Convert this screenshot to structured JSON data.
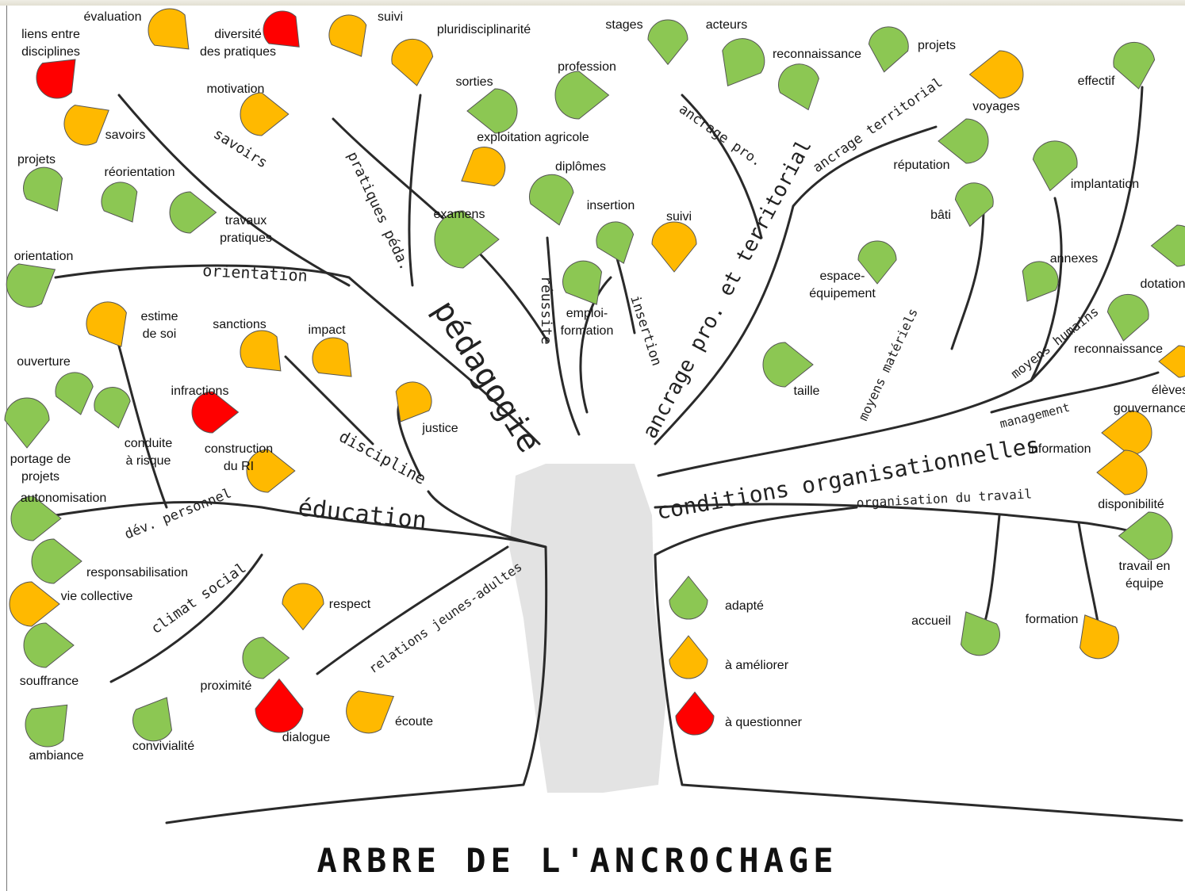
{
  "title": "ARBRE DE L'ANCROCHAGE",
  "colors": {
    "adapte": "#8cc753",
    "ameliorer": "#ffb900",
    "questionner": "#ff0000"
  },
  "legend": [
    {
      "key": "adapte",
      "label": "adapté"
    },
    {
      "key": "ameliorer",
      "label": "à améliorer"
    },
    {
      "key": "questionner",
      "label": "à questionner"
    }
  ],
  "branches": {
    "pedagogie": "pédagogie",
    "education": "éducation",
    "ancrage": "ancrage pro. et territorial",
    "conditions": "conditions organisationnelles",
    "savoirs": "savoirs",
    "pratiques": "pratiques péda.",
    "orientation": "orientation",
    "reussite": "réussite",
    "insertion": "insertion",
    "ancrage_pro": "ancrage pro.",
    "ancrage_territorial": "ancrage territorial",
    "moyens_materiels": "moyens matériels",
    "moyens_humains": "moyens humains",
    "management": "management",
    "organisation": "organisation du travail",
    "discipline": "discipline",
    "dev_personnel": "dév. personnel",
    "climat_social": "climat social",
    "relations": "relations jeunes-adultes"
  },
  "leaves": [
    {
      "label": "liens entre disciplines",
      "status": "questionner"
    },
    {
      "label": "évaluation",
      "status": "ameliorer"
    },
    {
      "label": "diversité des pratiques",
      "status": "questionner"
    },
    {
      "label": "suivi",
      "status": "ameliorer"
    },
    {
      "label": "pluridisciplinarité",
      "status": "ameliorer"
    },
    {
      "label": "savoirs",
      "status": "ameliorer"
    },
    {
      "label": "motivation",
      "status": "ameliorer"
    },
    {
      "label": "sorties",
      "status": "adapte"
    },
    {
      "label": "exploitation agricole",
      "status": "ameliorer"
    },
    {
      "label": "projets",
      "status": "adapte"
    },
    {
      "label": "réorientation",
      "status": "adapte"
    },
    {
      "label": "travaux pratiques",
      "status": "adapte"
    },
    {
      "label": "orientation",
      "status": "adapte"
    },
    {
      "label": "examens",
      "status": "adapte"
    },
    {
      "label": "diplômes",
      "status": "adapte"
    },
    {
      "label": "insertion",
      "status": "adapte"
    },
    {
      "label": "suivi",
      "status": "ameliorer"
    },
    {
      "label": "emploi-formation",
      "status": "adapte"
    },
    {
      "label": "profession",
      "status": "adapte"
    },
    {
      "label": "stages",
      "status": "adapte"
    },
    {
      "label": "acteurs",
      "status": "adapte"
    },
    {
      "label": "reconnaissance",
      "status": "adapte"
    },
    {
      "label": "projets",
      "status": "adapte"
    },
    {
      "label": "voyages",
      "status": "ameliorer"
    },
    {
      "label": "réputation",
      "status": "adapte"
    },
    {
      "label": "effectif",
      "status": "adapte"
    },
    {
      "label": "implantation",
      "status": "adapte"
    },
    {
      "label": "bâti",
      "status": "adapte"
    },
    {
      "label": "annexes",
      "status": "adapte"
    },
    {
      "label": "dotation",
      "status": "adapte"
    },
    {
      "label": "espace-équipement",
      "status": "adapte"
    },
    {
      "label": "taille",
      "status": "adapte"
    },
    {
      "label": "reconnaissance",
      "status": "adapte"
    },
    {
      "label": "élèves",
      "status": "ameliorer"
    },
    {
      "label": "gouvernance",
      "status": "ameliorer"
    },
    {
      "label": "information",
      "status": "ameliorer"
    },
    {
      "label": "disponibilité",
      "status": "adapte"
    },
    {
      "label": "travail en équipe",
      "status": "adapte"
    },
    {
      "label": "accueil",
      "status": "adapte"
    },
    {
      "label": "formation",
      "status": "ameliorer"
    },
    {
      "label": "estime de soi",
      "status": "ameliorer"
    },
    {
      "label": "sanctions",
      "status": "ameliorer"
    },
    {
      "label": "impact",
      "status": "ameliorer"
    },
    {
      "label": "ouverture",
      "status": "adapte"
    },
    {
      "label": "conduite à risque",
      "status": "adapte"
    },
    {
      "label": "infractions",
      "status": "questionner"
    },
    {
      "label": "justice",
      "status": "ameliorer"
    },
    {
      "label": "portage de projets",
      "status": "adapte"
    },
    {
      "label": "construction du RI",
      "status": "ameliorer"
    },
    {
      "label": "autonomisation",
      "status": "adapte"
    },
    {
      "label": "responsabilisation",
      "status": "adapte"
    },
    {
      "label": "vie collective",
      "status": "ameliorer"
    },
    {
      "label": "souffrance",
      "status": "adapte"
    },
    {
      "label": "ambiance",
      "status": "adapte"
    },
    {
      "label": "convivialité",
      "status": "adapte"
    },
    {
      "label": "proximité",
      "status": "adapte"
    },
    {
      "label": "respect",
      "status": "ameliorer"
    },
    {
      "label": "dialogue",
      "status": "questionner"
    },
    {
      "label": "écoute",
      "status": "ameliorer"
    }
  ]
}
